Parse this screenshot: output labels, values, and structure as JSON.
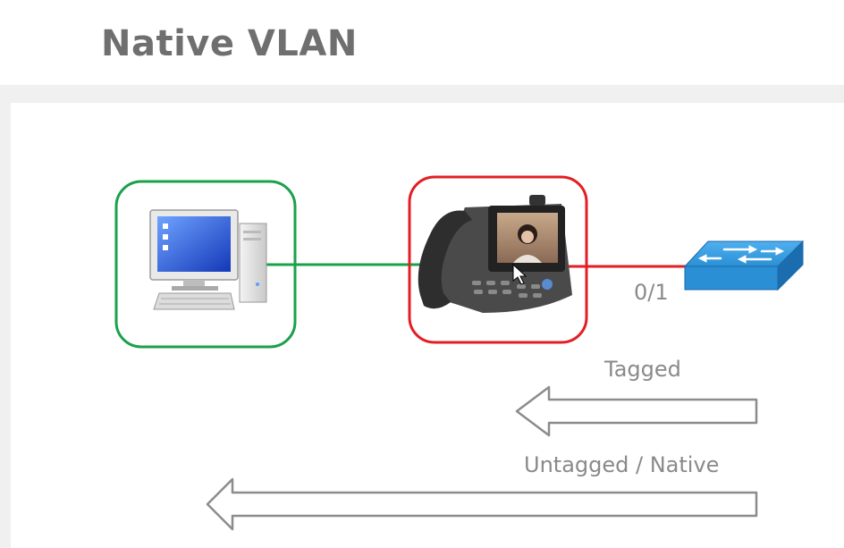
{
  "title": "Native VLAN",
  "devices": {
    "pc": {
      "name": "computer-icon",
      "box_color": "#1aa14a"
    },
    "phone": {
      "name": "ip-phone-icon",
      "box_color": "#e31e24"
    },
    "switch": {
      "name": "switch-icon",
      "color": "#2a8fd4"
    }
  },
  "links": {
    "pc_phone_color": "#1aa14a",
    "phone_switch_color": "#e31e24"
  },
  "port_label": "0/1",
  "arrows": {
    "tagged_label": "Tagged",
    "untagged_label": "Untagged / Native"
  }
}
